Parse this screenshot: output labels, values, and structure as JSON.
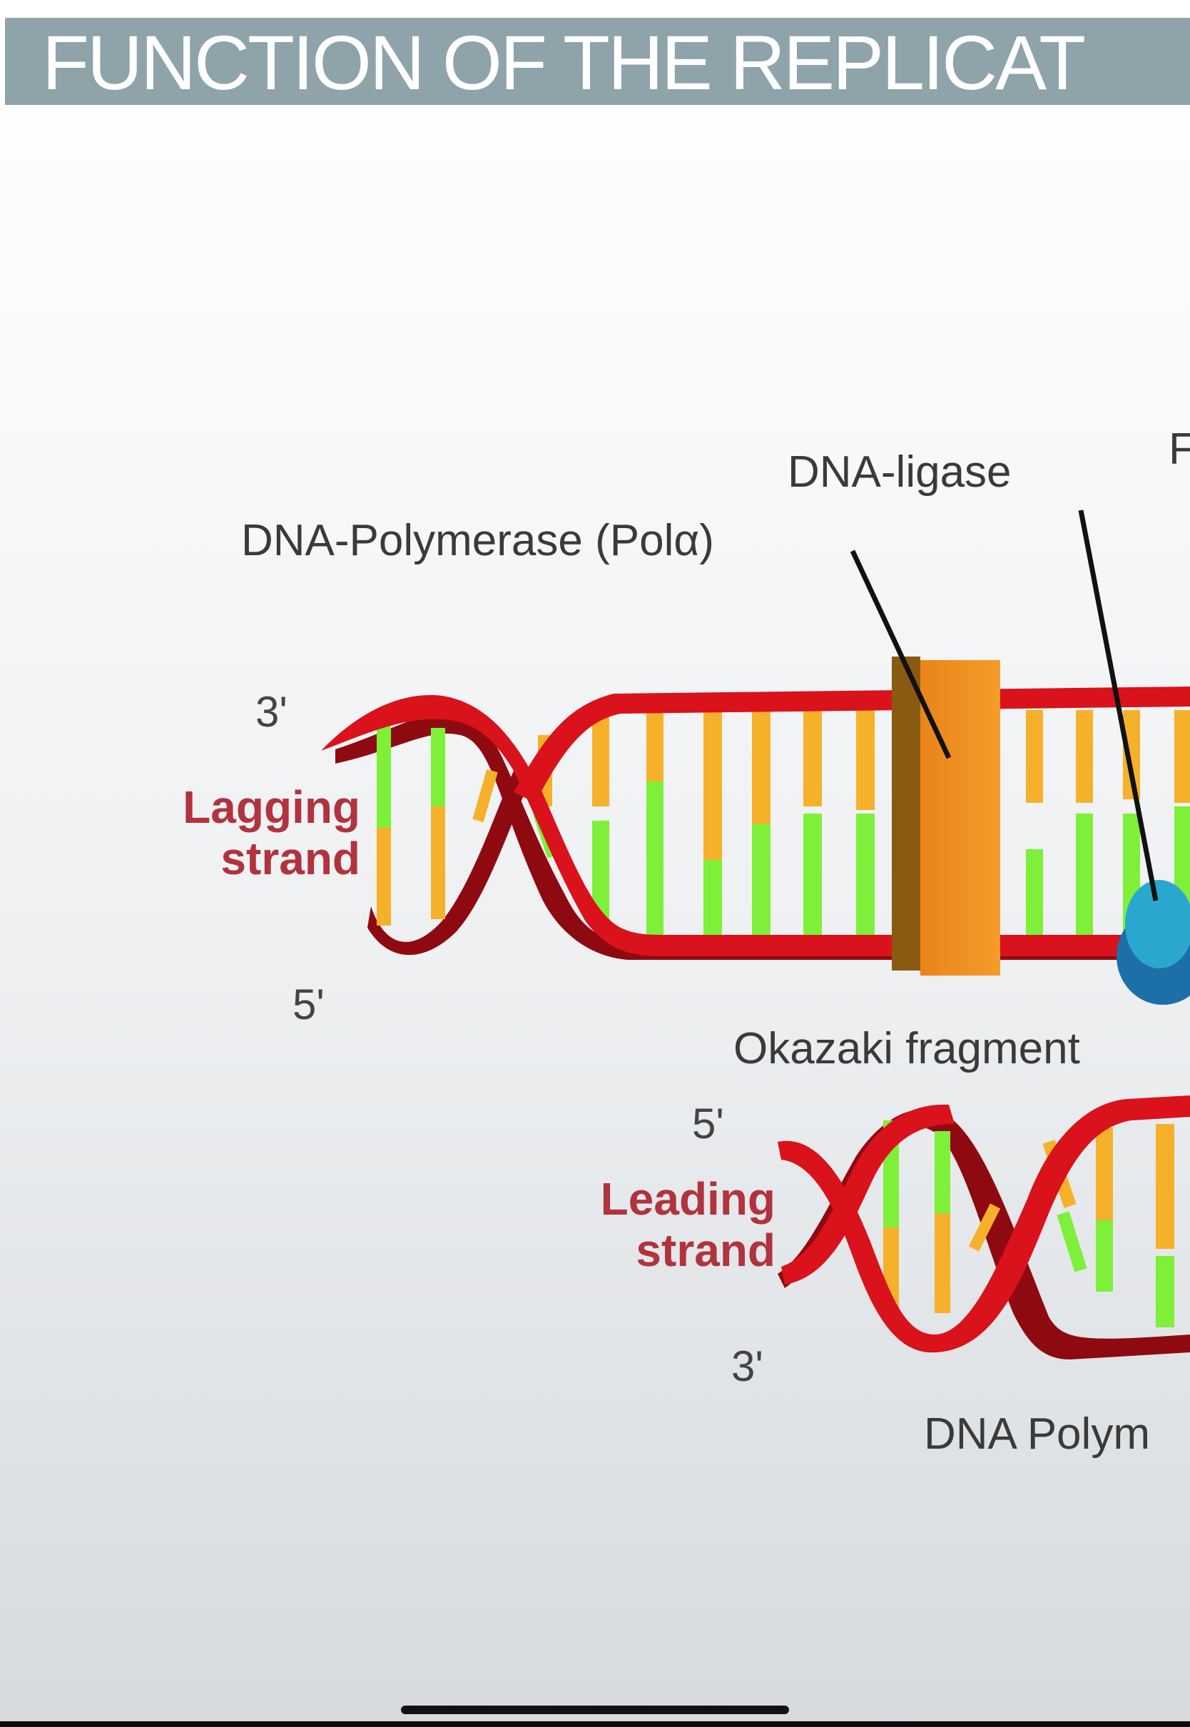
{
  "title": "FUNCTION OF THE REPLICAT",
  "labels": {
    "dna_ligase": "DNA-ligase",
    "dna_polymerase_pola": "DNA-Polymerase (Polα)",
    "okazaki_fragment": "Okazaki fragment",
    "dna_polymerase_cut": "DNA Polym",
    "top_right_cut": "F"
  },
  "lagging": {
    "name_line1": "Lagging",
    "name_line2": "strand",
    "end_top": "3'",
    "end_bottom": "5'"
  },
  "leading": {
    "name_line1": "Leading",
    "name_line2": "strand",
    "end_top": "5'",
    "end_bottom": "3'"
  },
  "colors": {
    "title_bar": "#8ea3aa",
    "backbone": "#d9121b",
    "backbone_dark": "#8e0a10",
    "base_green": "#7ef03a",
    "base_orange": "#f6b12b",
    "polymerase_block": "#f38f1c",
    "ligase": "#2aa7cf",
    "strand_label": "#b1333d"
  }
}
